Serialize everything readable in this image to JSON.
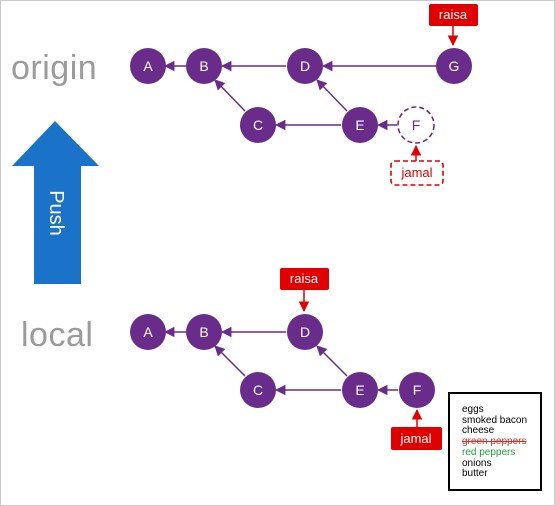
{
  "labels": {
    "origin": "origin",
    "local": "local",
    "push": "Push"
  },
  "origin": {
    "commits": [
      "A",
      "B",
      "C",
      "D",
      "E",
      "G"
    ],
    "ghost_commit": "F",
    "branch_labels": {
      "raisa": "raisa",
      "jamal": "jamal"
    }
  },
  "local": {
    "commits": [
      "A",
      "B",
      "C",
      "D",
      "E",
      "F"
    ],
    "branch_labels": {
      "raisa": "raisa",
      "jamal": "jamal"
    }
  },
  "grocery_list": [
    {
      "text": "eggs",
      "state": "normal"
    },
    {
      "text": "smoked bacon",
      "state": "normal"
    },
    {
      "text": "cheese",
      "state": "normal"
    },
    {
      "text": "green peppers",
      "state": "removed"
    },
    {
      "text": "red peppers",
      "state": "added"
    },
    {
      "text": "onions",
      "state": "normal"
    },
    {
      "text": "butter",
      "state": "normal"
    }
  ],
  "colors": {
    "commit_fill": "#6a2c8a",
    "edge": "#6a2c8a",
    "branch_tag": "#e00000",
    "push_arrow": "#1a73c8",
    "section_label": "#9b9b9b",
    "removed_item": "#c0392b",
    "added_item": "#1e9e3c"
  }
}
